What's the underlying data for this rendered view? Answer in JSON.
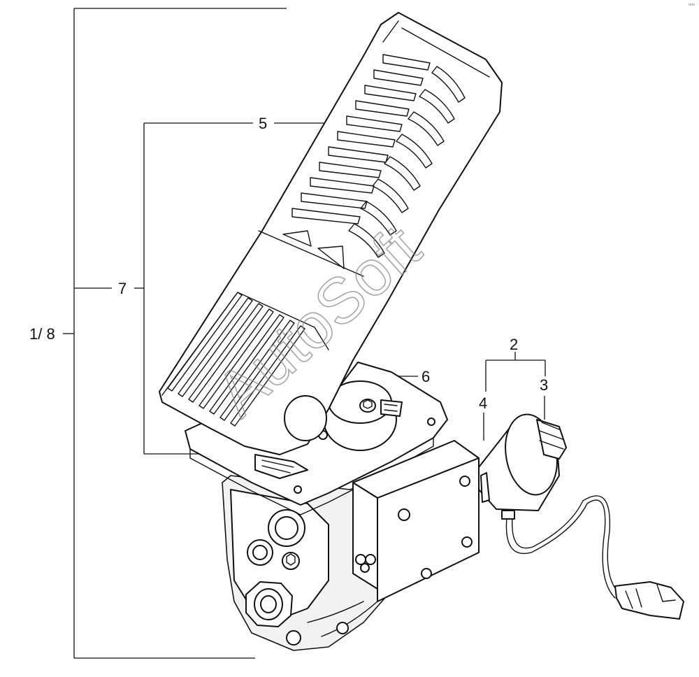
{
  "labels": {
    "assembly": "1/ 8",
    "item2": "2",
    "item3": "3",
    "item4": "4",
    "item5": "5",
    "item6": "6",
    "item7": "7"
  },
  "watermark": "AutoSoft",
  "corner_mark": "ᵒᵒᵒ",
  "colors": {
    "line": "#111111",
    "watermark": "#8a8a8a",
    "background": "#ffffff"
  }
}
